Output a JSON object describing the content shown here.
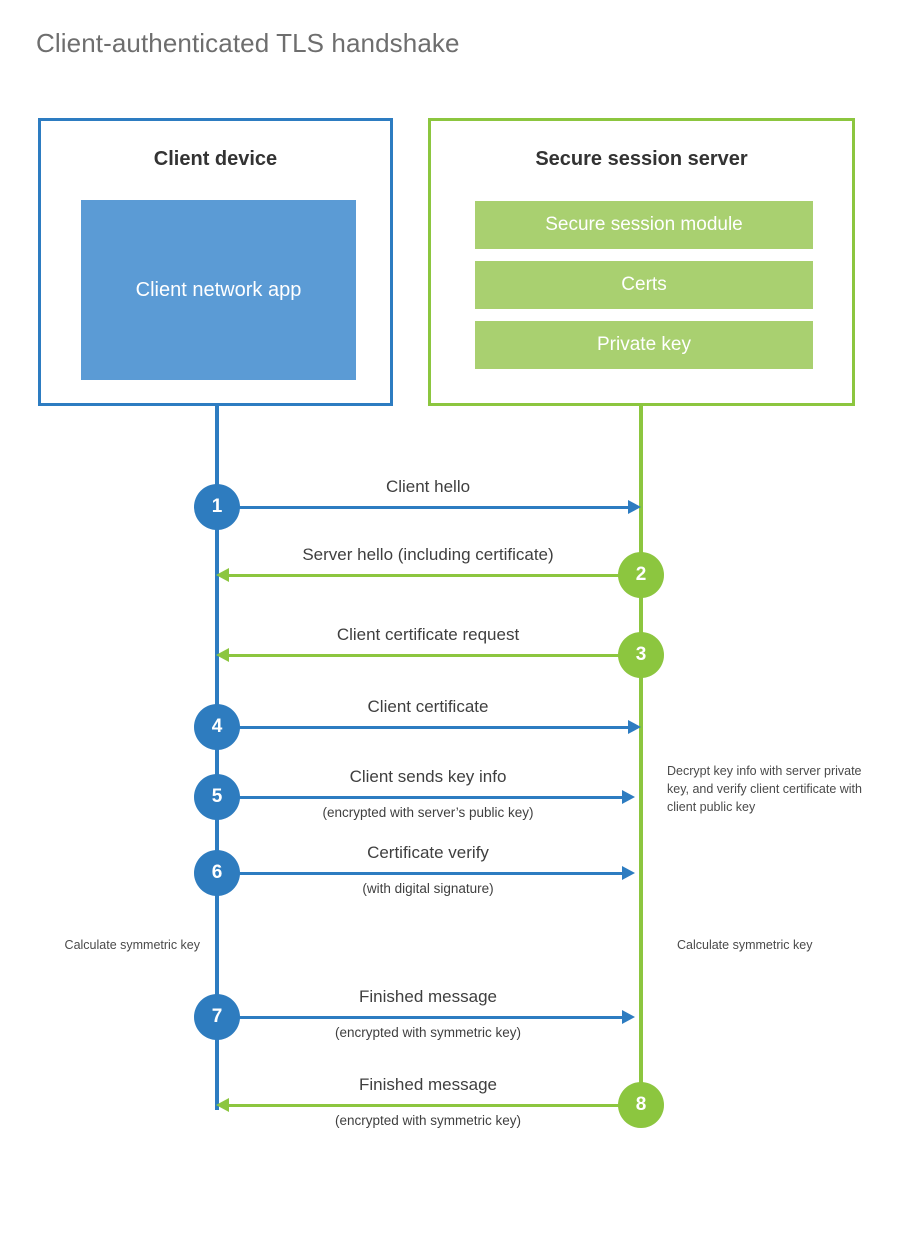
{
  "title": "Client-authenticated TLS handshake",
  "colors": {
    "client_blue": "#2d7cc1",
    "client_app_fill": "#5b9bd5",
    "server_green": "#8cc63f",
    "server_bar_fill": "#a9d070",
    "title_gray": "#6e6e6e",
    "text_dark": "#333333"
  },
  "client": {
    "title": "Client device",
    "app_label": "Client network app"
  },
  "server": {
    "title": "Secure session server",
    "modules": [
      "Secure session module",
      "Certs",
      "Private key"
    ]
  },
  "steps": [
    {
      "number": "1",
      "label": "Client hello",
      "sublabel": "",
      "direction": "client-to-server",
      "color": "blue"
    },
    {
      "number": "2",
      "label": "Server hello (including certificate)",
      "sublabel": "",
      "direction": "server-to-client",
      "color": "green"
    },
    {
      "number": "3",
      "label": "Client certificate request",
      "sublabel": "",
      "direction": "server-to-client",
      "color": "green"
    },
    {
      "number": "4",
      "label": "Client certificate",
      "sublabel": "",
      "direction": "client-to-server",
      "color": "blue"
    },
    {
      "number": "5",
      "label": "Client sends key info",
      "sublabel": "(encrypted with server’s public key)",
      "direction": "client-to-server",
      "color": "blue"
    },
    {
      "number": "6",
      "label": "Certificate verify",
      "sublabel": "(with digital signature)",
      "direction": "client-to-server",
      "color": "blue"
    },
    {
      "number": "7",
      "label": "Finished message",
      "sublabel": "(encrypted with symmetric key)",
      "direction": "client-to-server",
      "color": "blue"
    },
    {
      "number": "8",
      "label": "Finished message",
      "sublabel": "(encrypted with symmetric key)",
      "direction": "server-to-client",
      "color": "green"
    }
  ],
  "annotations": {
    "server_decrypt": "Decrypt key info with server private key, and verify client certificate with client public key",
    "client_calculate": "Calculate symmetric key",
    "server_calculate": "Calculate symmetric key"
  }
}
